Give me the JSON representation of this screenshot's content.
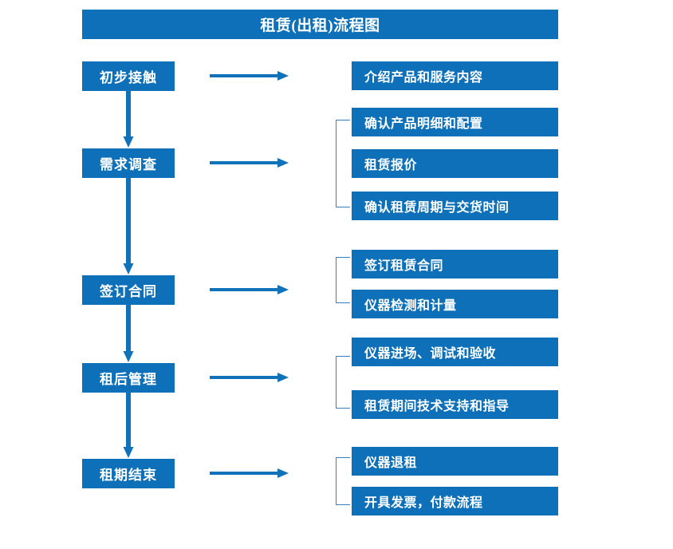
{
  "diagram": {
    "title": "租赁(出租)流程图",
    "colors": {
      "box_blue": "#0d70b8",
      "arrow_blue": "#1072b9",
      "bracket_blue": "#3a7ebf",
      "text_white": "#ffffff",
      "background": "#ffffff"
    },
    "stages": [
      {
        "id": "stage-1",
        "label": "初步接触"
      },
      {
        "id": "stage-2",
        "label": "需求调查"
      },
      {
        "id": "stage-3",
        "label": "签订合同"
      },
      {
        "id": "stage-4",
        "label": "租后管理"
      },
      {
        "id": "stage-5",
        "label": "租期结束"
      }
    ],
    "detail_groups": [
      {
        "stage": "初步接触",
        "bracketed": false,
        "items": [
          "介绍产品和服务内容"
        ]
      },
      {
        "stage": "需求调查",
        "bracketed": true,
        "items": [
          "确认产品明细和配置",
          "租赁报价",
          "确认租赁周期与交货时间"
        ]
      },
      {
        "stage": "签订合同",
        "bracketed": true,
        "items": [
          "签订租赁合同",
          "仪器检测和计量"
        ]
      },
      {
        "stage": "租后管理",
        "bracketed": true,
        "items": [
          "仪器进场、调试和验收",
          "租赁期间技术支持和指导"
        ]
      },
      {
        "stage": "租期结束",
        "bracketed": true,
        "items": [
          "仪器退租",
          "开具发票，付款流程"
        ]
      }
    ],
    "details_flat": [
      "介绍产品和服务内容",
      "确认产品明细和配置",
      "租赁报价",
      "确认租赁周期与交货时间",
      "签订租赁合同",
      "仪器检测和计量",
      "仪器进场、调试和验收",
      "租赁期间技术支持和指导",
      "仪器退租",
      "开具发票，付款流程"
    ],
    "flow_sequence": [
      "初步接触",
      "需求调查",
      "签订合同",
      "租后管理",
      "租期结束"
    ]
  }
}
